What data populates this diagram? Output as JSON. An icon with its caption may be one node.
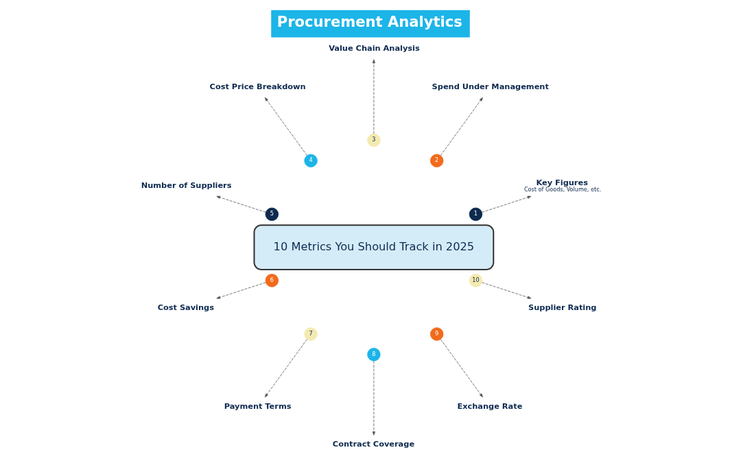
{
  "diagram": {
    "title": "Procurement Analytics",
    "nodes": [
      {
        "text": [
          "10 Metrics You Should Track in 2025"
        ]
      },
      {
        "text": [
          "1"
        ]
      },
      {
        "text": [
          "2"
        ]
      },
      {
        "text": [
          "3"
        ]
      },
      {
        "text": [
          "4"
        ]
      },
      {
        "text": [
          "5"
        ]
      },
      {
        "text": [
          "6"
        ]
      },
      {
        "text": [
          "7"
        ]
      },
      {
        "text": [
          "8"
        ]
      },
      {
        "text": [
          "9"
        ]
      },
      {
        "text": [
          "10"
        ]
      },
      {
        "text": [
          "Key Figures",
          "Cost of Goods, Volume, etc."
        ]
      },
      {
        "text": [
          "Spend Under Management"
        ]
      },
      {
        "text": [
          "Value Chain Analysis"
        ]
      },
      {
        "text": [
          "Cost Price Breakdown"
        ]
      },
      {
        "text": [
          "Number of Suppliers"
        ]
      },
      {
        "text": [
          "Cost Savings"
        ]
      },
      {
        "text": [
          "Payment Terms"
        ]
      },
      {
        "text": [
          "Contract Coverage"
        ]
      },
      {
        "text": [
          "Exchange Rate"
        ]
      },
      {
        "text": [
          "Supplier Rating"
        ]
      }
    ],
    "edges": [
      {
        "from": 1,
        "to": 11,
        "arrow": "to",
        "style": "dashed"
      },
      {
        "from": 2,
        "to": 12,
        "arrow": "to",
        "style": "dashed"
      },
      {
        "from": 3,
        "to": 13,
        "arrow": "to",
        "style": "dashed"
      },
      {
        "from": 4,
        "to": 14,
        "arrow": "to",
        "style": "dashed"
      },
      {
        "from": 5,
        "to": 15,
        "arrow": "to",
        "style": "dashed"
      },
      {
        "from": 6,
        "to": 16,
        "arrow": "to",
        "style": "dashed"
      },
      {
        "from": 7,
        "to": 17,
        "arrow": "to",
        "style": "dashed"
      },
      {
        "from": 8,
        "to": 18,
        "arrow": "to",
        "style": "dashed"
      },
      {
        "from": 9,
        "to": 19,
        "arrow": "to",
        "style": "dashed"
      },
      {
        "from": 10,
        "to": 20,
        "arrow": "to",
        "style": "dashed"
      }
    ]
  }
}
